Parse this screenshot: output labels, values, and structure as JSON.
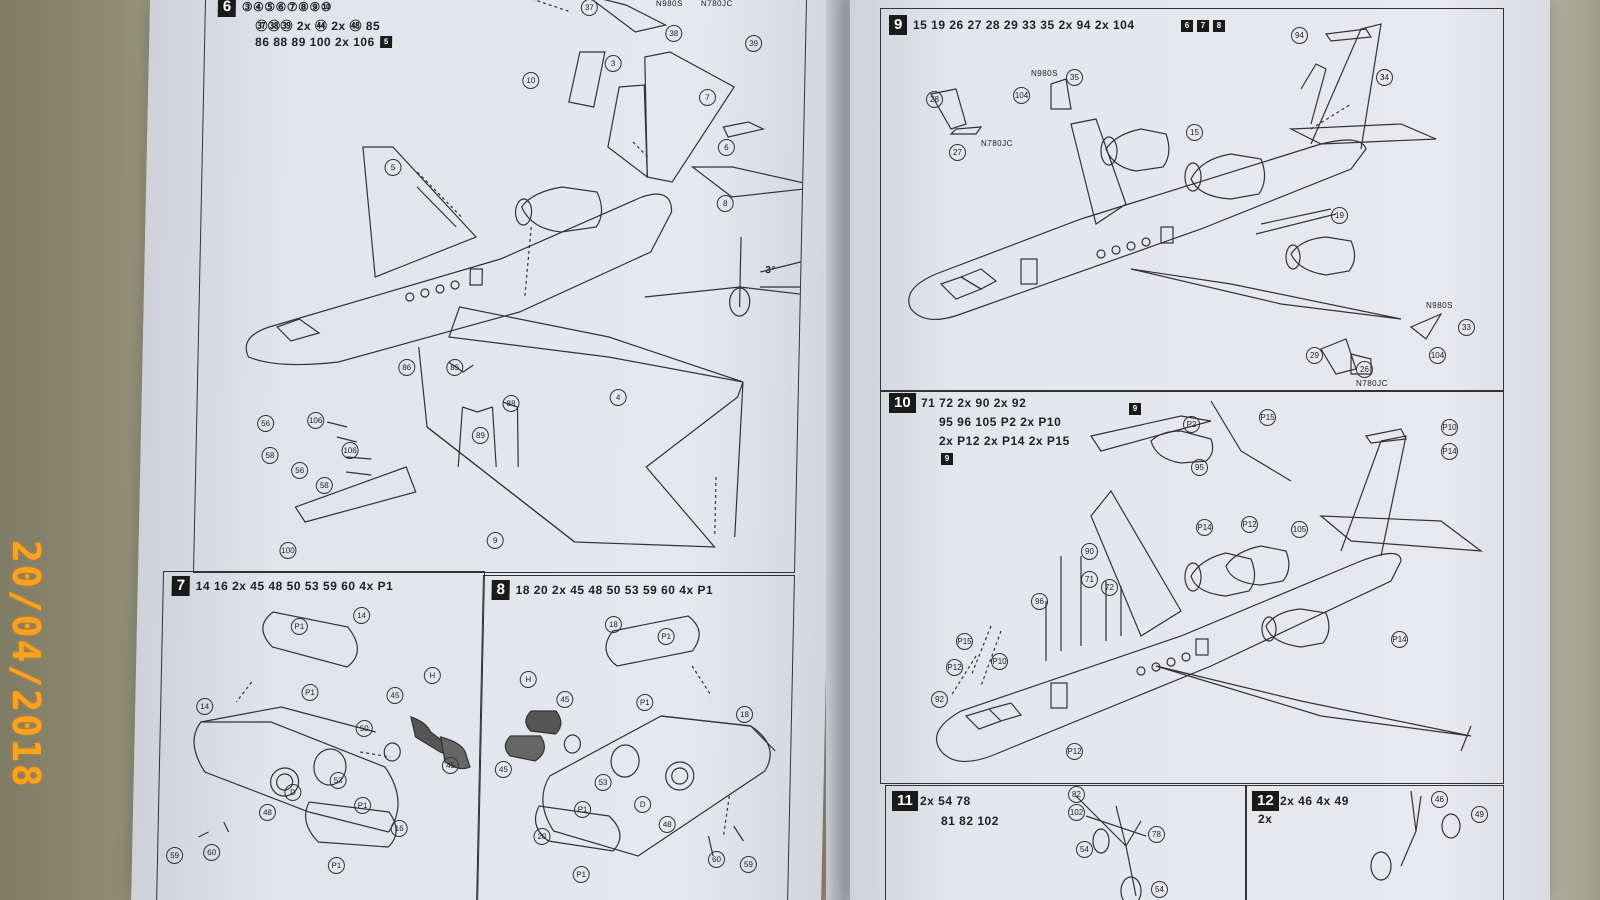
{
  "photo": {
    "date_stamp": "20/04/2018",
    "subject": "model-kit-instruction-sheets"
  },
  "left_page": {
    "step6": {
      "number": "6",
      "parts_line1": "③④⑤⑥⑦⑧⑨⑩",
      "parts_line2": "㊲㊳㊴ 2x ㊹ 2x ㊽ 85",
      "parts_line3": "86 88 89 100 2x 106",
      "badge": "5",
      "callouts": [
        "37",
        "38",
        "39",
        "3",
        "10",
        "7",
        "6",
        "8",
        "5",
        "4",
        "9",
        "86",
        "85",
        "88",
        "89",
        "56",
        "106",
        "58",
        "106",
        "56",
        "58",
        "100"
      ],
      "markings": [
        "N980S",
        "N780JC"
      ],
      "dihedral_angle": "3°"
    },
    "step7": {
      "number": "7",
      "parts": "14 16 2x 45 48 50 53 59 60 4x P1",
      "callouts": [
        "14",
        "P1",
        "P1",
        "45",
        "14",
        "50",
        "53",
        "H",
        "45",
        "48",
        "D",
        "P1",
        "16",
        "59",
        "60",
        "P1"
      ]
    },
    "step8": {
      "number": "8",
      "parts": "18 20 2x 45 48 50 53 59 60 4x P1",
      "callouts": [
        "18",
        "P1",
        "H",
        "45",
        "P1",
        "18",
        "45",
        "53",
        "D",
        "P1",
        "20",
        "48",
        "60",
        "59",
        "P1"
      ]
    }
  },
  "right_page": {
    "step9": {
      "number": "9",
      "parts": "15 19 26 27 28 29 33 35 2x 94 2x 104",
      "badges": [
        "6",
        "7",
        "8"
      ],
      "callouts": [
        "94",
        "34",
        "28",
        "104",
        "35",
        "27",
        "15",
        "19",
        "33",
        "29",
        "26",
        "104"
      ],
      "markings": [
        "N980S",
        "N780JC",
        "N980S",
        "N780JC"
      ]
    },
    "step10": {
      "number": "10",
      "parts_line1": "71 72 2x 90 2x 92",
      "parts_line2": "95 96 105 P2 2x P10",
      "parts_line3": "2x P12 2x P14 2x P15",
      "badge": "9",
      "badge_sub": "9",
      "callouts": [
        "P2",
        "P15",
        "P10",
        "95",
        "P14",
        "105",
        "P12",
        "P14",
        "96",
        "90",
        "71",
        "72",
        "P15",
        "P10",
        "P12",
        "92",
        "P12",
        "P14"
      ]
    },
    "step11": {
      "number": "11",
      "parts_line1": "2x 54 78",
      "parts_line2": "81 82 102",
      "callouts": [
        "82",
        "102",
        "78",
        "54",
        "54"
      ]
    },
    "step12": {
      "number": "12",
      "parts": "2x 46 4x 49",
      "sub": "2x",
      "callouts": [
        "46",
        "49"
      ]
    }
  }
}
